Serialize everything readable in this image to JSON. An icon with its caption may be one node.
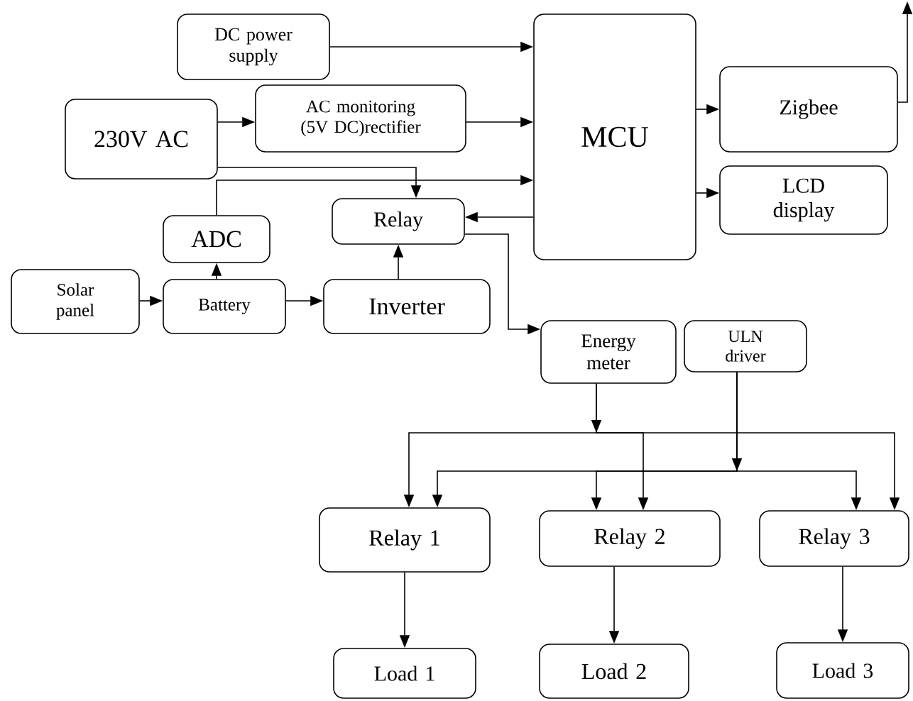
{
  "diagram": {
    "nodes": [
      {
        "text": [
          "DC power supply"
        ]
      },
      {
        "text": [
          "230V AC"
        ]
      },
      {
        "text": [
          "AC monitoring (5V DC)rectifier"
        ]
      },
      {
        "text": [
          "MCU"
        ]
      },
      {
        "text": [
          "Zigbee"
        ]
      },
      {
        "text": [
          "LCD display"
        ]
      },
      {
        "text": [
          "ADC"
        ]
      },
      {
        "text": [
          "Relay"
        ]
      },
      {
        "text": [
          "Solar panel"
        ]
      },
      {
        "text": [
          "Battery"
        ]
      },
      {
        "text": [
          "Inverter"
        ]
      },
      {
        "text": [
          "Energy meter"
        ]
      },
      {
        "text": [
          "ULN driver"
        ]
      },
      {
        "text": [
          "Relay 1"
        ]
      },
      {
        "text": [
          "Relay 2"
        ]
      },
      {
        "text": [
          "Relay 3"
        ]
      },
      {
        "text": [
          "Load 1"
        ]
      },
      {
        "text": [
          "Load 2"
        ]
      },
      {
        "text": [
          "Load 3"
        ]
      }
    ],
    "edges": [
      {
        "from": 0,
        "to": 3,
        "arrow": "to"
      },
      {
        "from": 1,
        "to": 2,
        "arrow": "to"
      },
      {
        "from": 2,
        "to": 3,
        "arrow": "to"
      },
      {
        "from": 1,
        "to": 7,
        "arrow": "to"
      },
      {
        "from": 6,
        "to": 3,
        "arrow": "to"
      },
      {
        "from": 3,
        "to": 7,
        "arrow": "to"
      },
      {
        "from": 3,
        "to": 4,
        "arrow": "to"
      },
      {
        "from": 3,
        "to": 5,
        "arrow": "to"
      },
      {
        "from": 4,
        "to": null,
        "arrow": "to"
      },
      {
        "from": 8,
        "to": 9,
        "arrow": "to"
      },
      {
        "from": 9,
        "to": 6,
        "arrow": "to"
      },
      {
        "from": 9,
        "to": 10,
        "arrow": "to"
      },
      {
        "from": 10,
        "to": 7,
        "arrow": "to"
      },
      {
        "from": 7,
        "to": 11,
        "arrow": "to"
      },
      {
        "from": 11,
        "to": 13,
        "arrow": "to"
      },
      {
        "from": 11,
        "to": 14,
        "arrow": "to"
      },
      {
        "from": 11,
        "to": 15,
        "arrow": "to"
      },
      {
        "from": 12,
        "to": 13,
        "arrow": "to"
      },
      {
        "from": 12,
        "to": 14,
        "arrow": "to"
      },
      {
        "from": 12,
        "to": 15,
        "arrow": "to"
      },
      {
        "from": 13,
        "to": 16,
        "arrow": "to"
      },
      {
        "from": 14,
        "to": 17,
        "arrow": "to"
      },
      {
        "from": 15,
        "to": 18,
        "arrow": "to"
      }
    ]
  }
}
